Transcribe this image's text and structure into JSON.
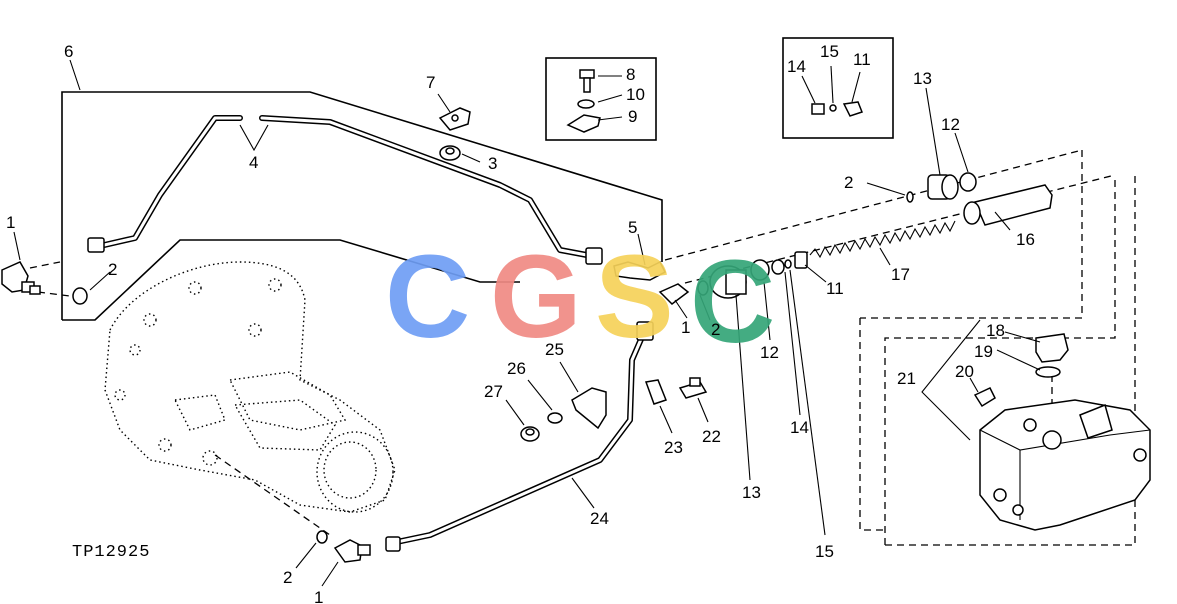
{
  "diagram": {
    "figure_code": "TP12925",
    "watermark": {
      "letters": [
        {
          "char": "C",
          "color": "#6f9ef5"
        },
        {
          "char": "G",
          "color": "#f08a84"
        },
        {
          "char": "S",
          "color": "#f6d25a"
        },
        {
          "char": "C",
          "color": "#35a578"
        }
      ]
    },
    "callouts": {
      "n1a": "1",
      "n1b": "1",
      "n2a": "2",
      "n2b": "2",
      "n2c": "2",
      "n2d": "2",
      "n3": "3",
      "n4": "4",
      "n5": "5",
      "n6": "6",
      "n7": "7",
      "n8": "8",
      "n9": "9",
      "n10": "10",
      "n11a": "11",
      "n11b": "11",
      "n12a": "12",
      "n12b": "12",
      "n13a": "13",
      "n13b": "13",
      "n14a": "14",
      "n14b": "14",
      "n15a": "15",
      "n15b": "15",
      "n16": "16",
      "n17": "17",
      "n18": "18",
      "n19": "19",
      "n20": "20",
      "n21": "21",
      "n22": "22",
      "n23": "23",
      "n24": "24",
      "n25": "25",
      "n26": "26",
      "n27": "27"
    }
  }
}
